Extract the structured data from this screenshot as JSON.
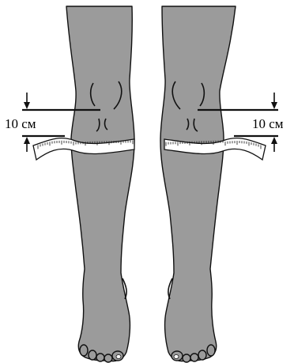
{
  "left_measure": {
    "label": "10 см"
  },
  "right_measure": {
    "label": "10 см"
  },
  "colors": {
    "skin": "#9b9b9b",
    "outline": "#111111",
    "tape": "#ffffff"
  },
  "icons": {
    "arrow": "down-up-arrow-pair",
    "tape": "measuring-tape"
  }
}
